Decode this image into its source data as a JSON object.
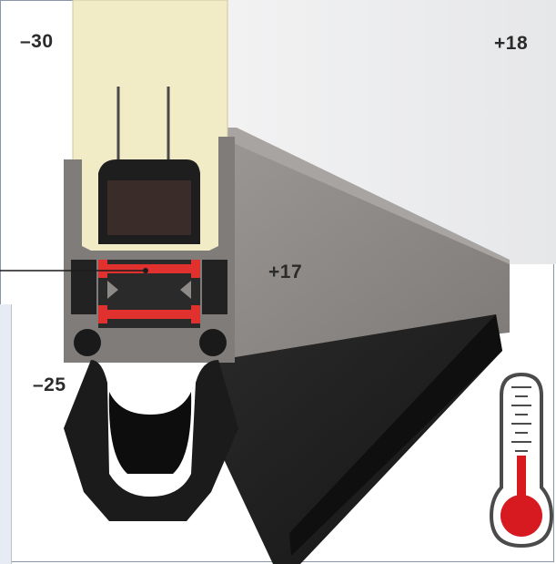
{
  "labels": {
    "top_left": "–30",
    "top_right": "+18",
    "middle": "+17",
    "bottom_left": "–25"
  },
  "icons": {
    "thermometer": "thermometer-icon"
  },
  "colors": {
    "insulation": "#f1ebc6",
    "aluminium": "#8d8a87",
    "rubber": "#1f1f1f",
    "thermal_break": "#e0312f",
    "thermometer_fill": "#d71920",
    "thermometer_outline": "#4b4b4b"
  }
}
